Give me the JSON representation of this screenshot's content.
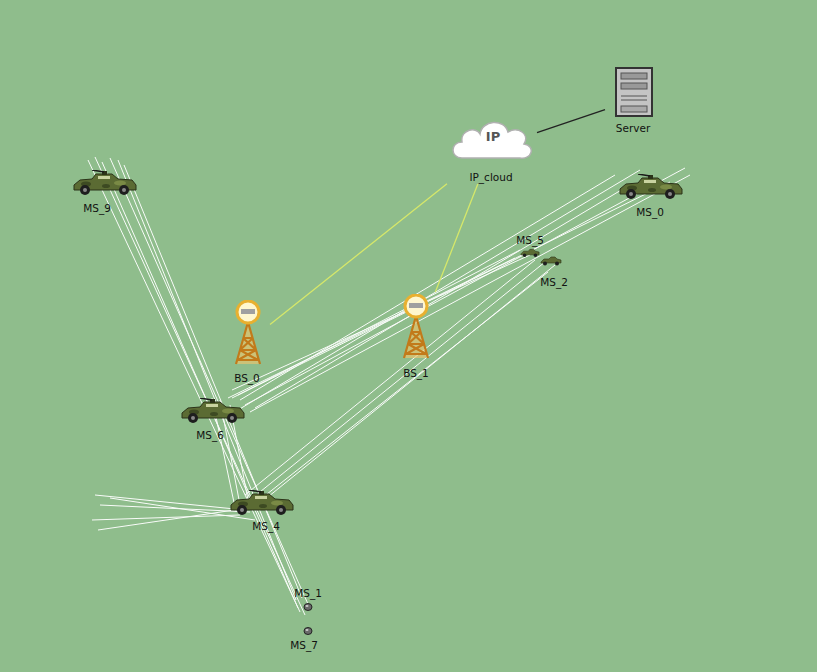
{
  "diagram": {
    "nodes": [
      {
        "text": [
          "Server"
        ]
      },
      {
        "text": [
          "IP",
          "IP_cloud"
        ]
      },
      {
        "text": [
          "MS_9"
        ]
      },
      {
        "text": [
          "MS_0"
        ]
      },
      {
        "text": [
          "MS_5"
        ]
      },
      {
        "text": [
          "MS_2"
        ]
      },
      {
        "text": [
          "BS_0"
        ]
      },
      {
        "text": [
          "BS_1"
        ]
      },
      {
        "text": [
          "MS_6"
        ]
      },
      {
        "text": [
          "MS_4"
        ]
      },
      {
        "text": [
          "MS_1"
        ]
      },
      {
        "text": [
          "MS_7"
        ]
      }
    ],
    "edges": [
      {
        "from": 0,
        "to": 1,
        "arrow": "none"
      },
      {
        "from": 1,
        "to": 6,
        "arrow": "none"
      },
      {
        "from": 1,
        "to": 7,
        "arrow": "none"
      }
    ]
  }
}
